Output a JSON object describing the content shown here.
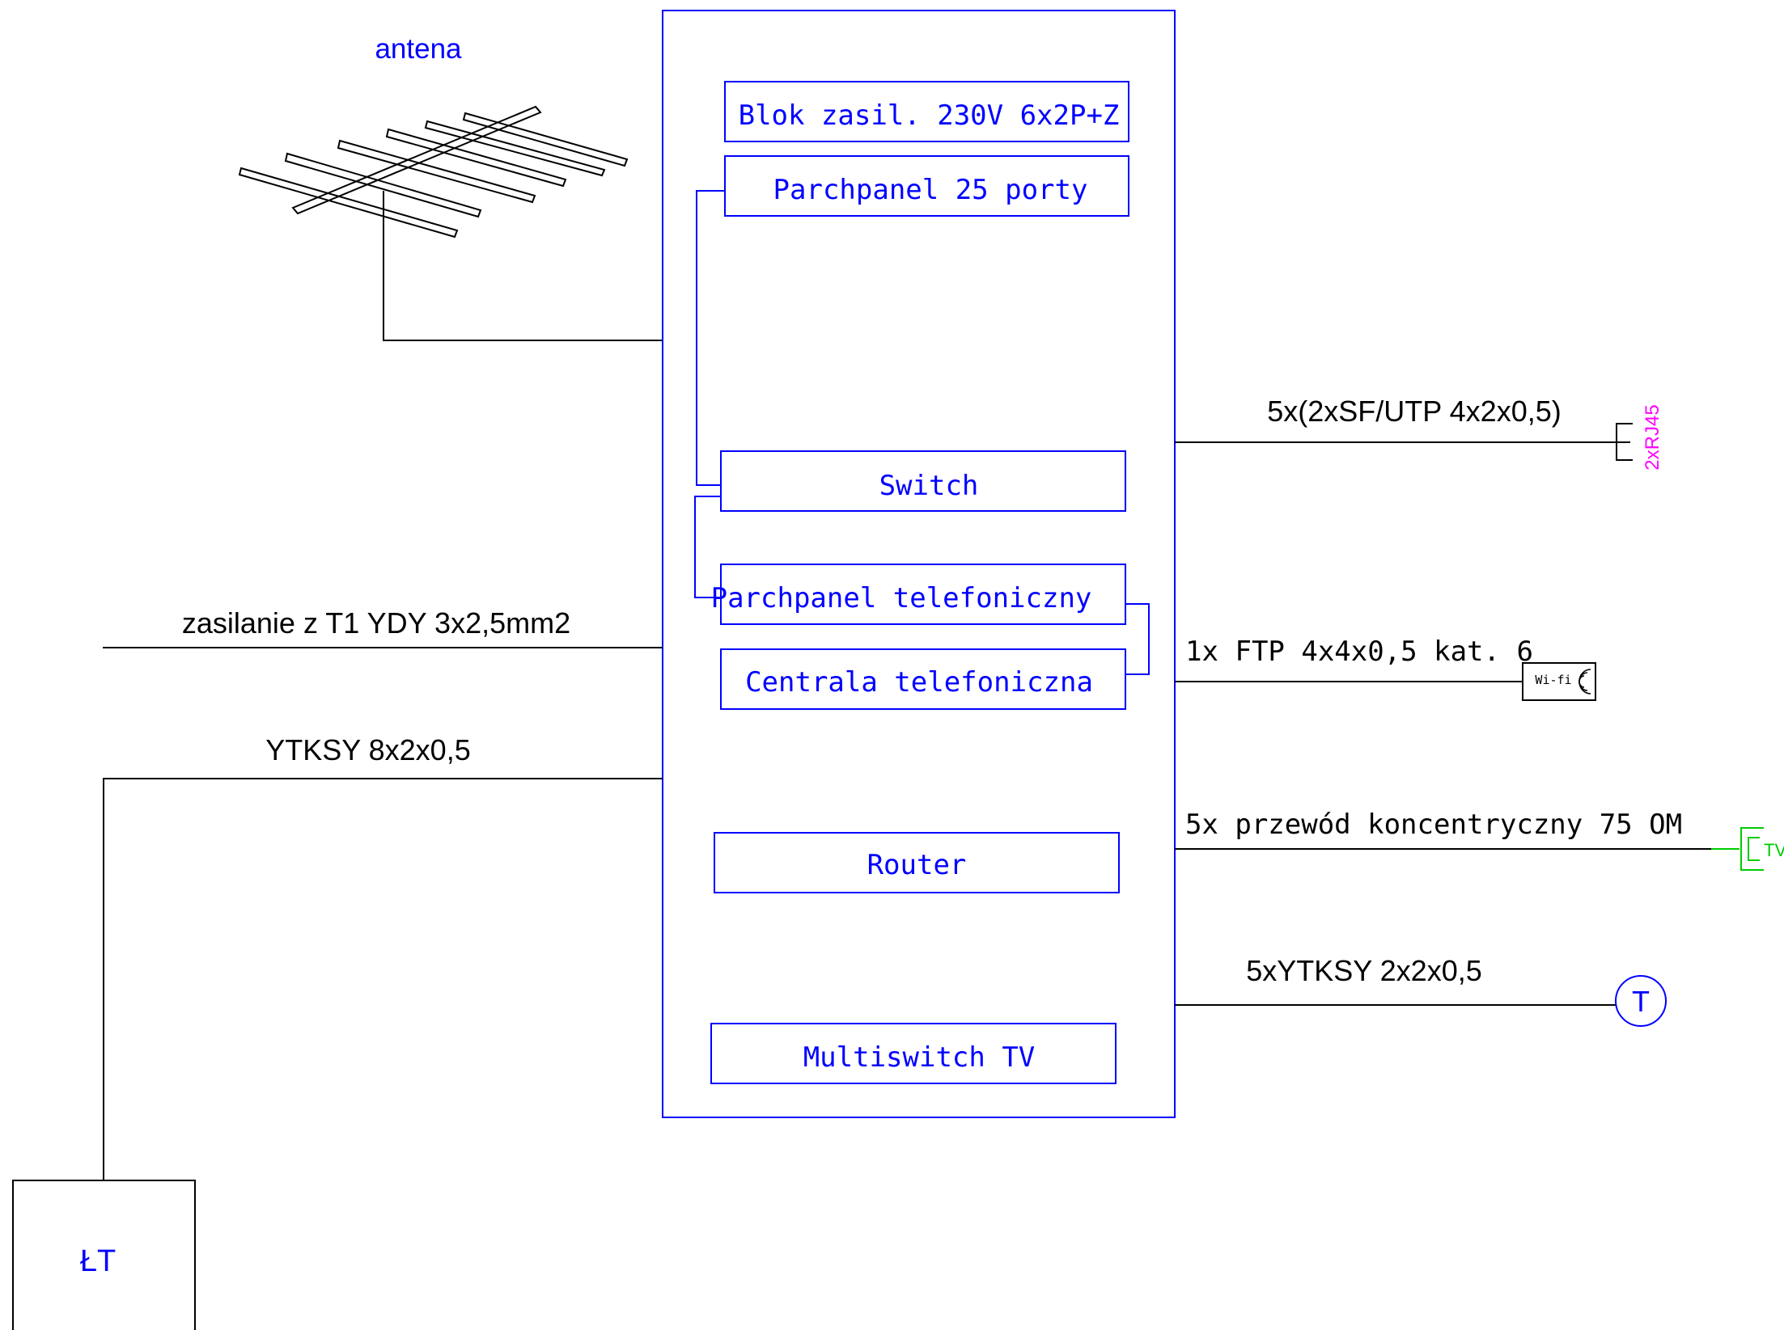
{
  "antenna": {
    "label": "antena"
  },
  "cabinet": {
    "modules": [
      {
        "id": "power-block",
        "label": "Blok zasil. 230V 6x2P+Z"
      },
      {
        "id": "patchpanel",
        "label": "Parchpanel 25 porty"
      },
      {
        "id": "switch",
        "label": "Switch"
      },
      {
        "id": "phone-patchpanel",
        "label": "Parchpanel telefoniczny"
      },
      {
        "id": "phone-exchange",
        "label": "Centrala telefoniczna"
      },
      {
        "id": "router",
        "label": "Router"
      },
      {
        "id": "multiswitch",
        "label": "Multiswitch TV"
      }
    ]
  },
  "cables_left": {
    "power": "zasilanie z T1 YDY 3x2,5mm2",
    "ytksy": "YTKSY 8x2x0,5"
  },
  "cables_right": {
    "utp": "5x(2xSF/UTP 4x2x0,5)",
    "ftp": "1x FTP 4x4x0,5 kat. 6",
    "coax": "5x przewód koncentryczny 75 OM",
    "phone": "5xYTKSY 2x2x0,5"
  },
  "terminals": {
    "rj45": "2xRJ45",
    "wifi": "Wi-fi",
    "tv": "TV",
    "phone": "T",
    "lt_box": "ŁT"
  },
  "colors": {
    "line": "#000000",
    "module": "#0000ff",
    "rj45": "#ff00ff",
    "tv": "#00cc00"
  }
}
